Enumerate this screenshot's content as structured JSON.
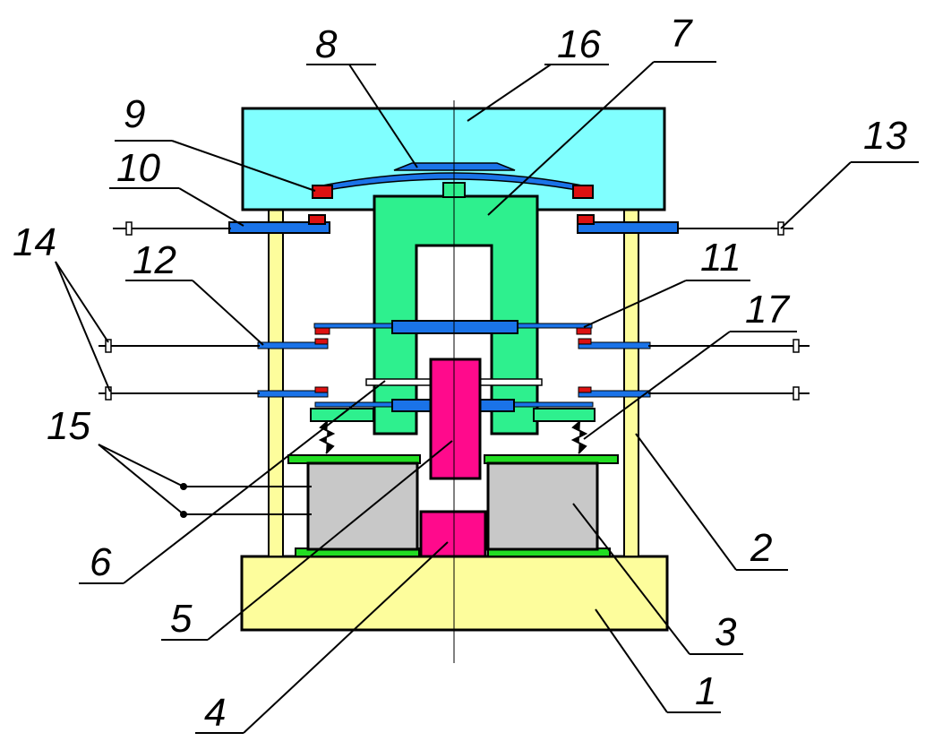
{
  "diagram": {
    "labels": [
      "1",
      "2",
      "3",
      "4",
      "5",
      "6",
      "7",
      "8",
      "9",
      "10",
      "11",
      "12",
      "13",
      "14",
      "15",
      "16",
      "17"
    ]
  },
  "colors": {
    "base_yellow": "#fdfd9c",
    "post_yellow": "#fdfd9c",
    "housing_cyan": "#80ffff",
    "armature_green": "#2ef08e",
    "contact_blue": "#1a73e8",
    "contact_red": "#dd1111",
    "core_magenta": "#ff0a8c",
    "coil_gray": "#c8c8c8",
    "plate_green": "#22dd22"
  }
}
